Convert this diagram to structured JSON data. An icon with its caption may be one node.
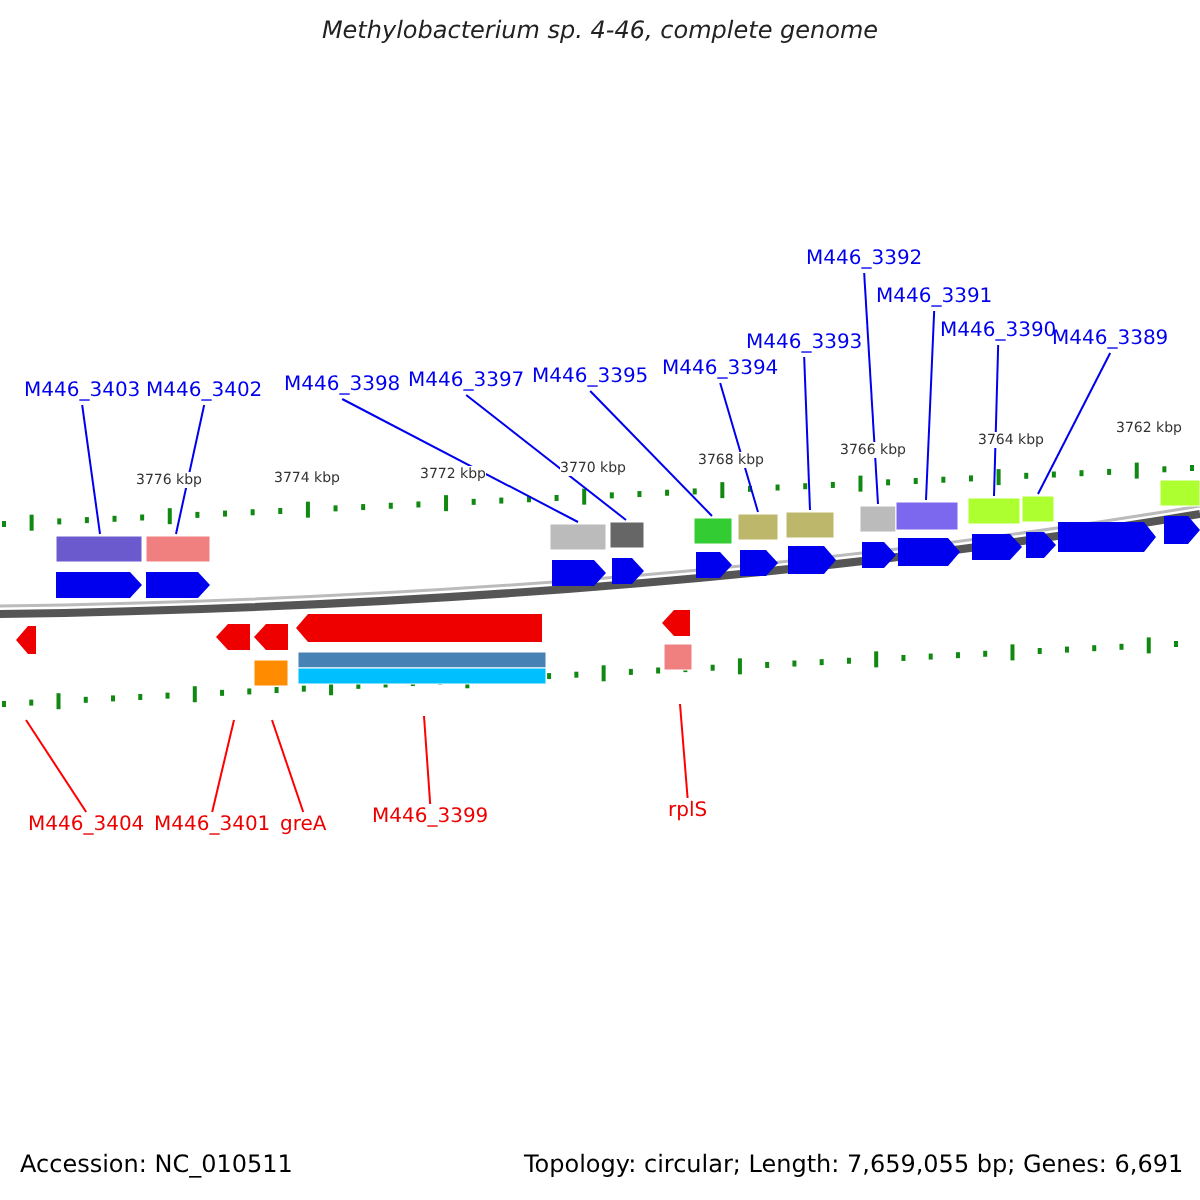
{
  "diagram": {
    "title": "Methylobacterium sp. 4-46, complete genome",
    "nodes": [
      {
        "text": [
          "M446_3403"
        ]
      },
      {
        "text": [
          "M446_3402"
        ]
      },
      {
        "text": [
          "M446_3398"
        ]
      },
      {
        "text": [
          "M446_3397"
        ]
      },
      {
        "text": [
          "M446_3395"
        ]
      },
      {
        "text": [
          "M446_3394"
        ]
      },
      {
        "text": [
          "M446_3393"
        ]
      },
      {
        "text": [
          "M446_3392"
        ]
      },
      {
        "text": [
          "M446_3391"
        ]
      },
      {
        "text": [
          "M446_3390"
        ]
      },
      {
        "text": [
          "M446_3389"
        ]
      },
      {
        "text": [
          "M446_3404"
        ]
      },
      {
        "text": [
          "M446_3401"
        ]
      },
      {
        "text": [
          "greA"
        ]
      },
      {
        "text": [
          "M446_3399"
        ]
      },
      {
        "text": [
          "rplS"
        ]
      }
    ],
    "edges": [
      {
        "from": 0,
        "to": null,
        "arrow": "none"
      },
      {
        "from": 1,
        "to": null,
        "arrow": "none"
      },
      {
        "from": 2,
        "to": null,
        "arrow": "none"
      },
      {
        "from": 3,
        "to": null,
        "arrow": "none"
      },
      {
        "from": 4,
        "to": null,
        "arrow": "none"
      },
      {
        "from": 5,
        "to": null,
        "arrow": "none"
      },
      {
        "from": 6,
        "to": null,
        "arrow": "none"
      },
      {
        "from": 7,
        "to": null,
        "arrow": "none"
      },
      {
        "from": 8,
        "to": null,
        "arrow": "none"
      },
      {
        "from": 9,
        "to": null,
        "arrow": "none"
      },
      {
        "from": 10,
        "to": null,
        "arrow": "none"
      },
      {
        "from": 11,
        "to": null,
        "arrow": "none",
        "color": "#ff0000"
      },
      {
        "from": 12,
        "to": null,
        "arrow": "none",
        "color": "#ff0000"
      },
      {
        "from": 13,
        "to": null,
        "arrow": "none",
        "color": "#ff0000"
      },
      {
        "from": 14,
        "to": null,
        "arrow": "none",
        "color": "#ff0000"
      },
      {
        "from": 15,
        "to": null,
        "arrow": "none",
        "color": "#ff0000"
      }
    ],
    "labels": [
      "3776 kbp",
      "3774 kbp",
      "3772 kbp",
      "3770 kbp",
      "3768 kbp",
      "3766 kbp",
      "3764 kbp",
      "3762 kbp",
      "Accession: NC_010511",
      "Topology: circular; Length: 7,659,055 bp; Genes: 6,691"
    ]
  }
}
